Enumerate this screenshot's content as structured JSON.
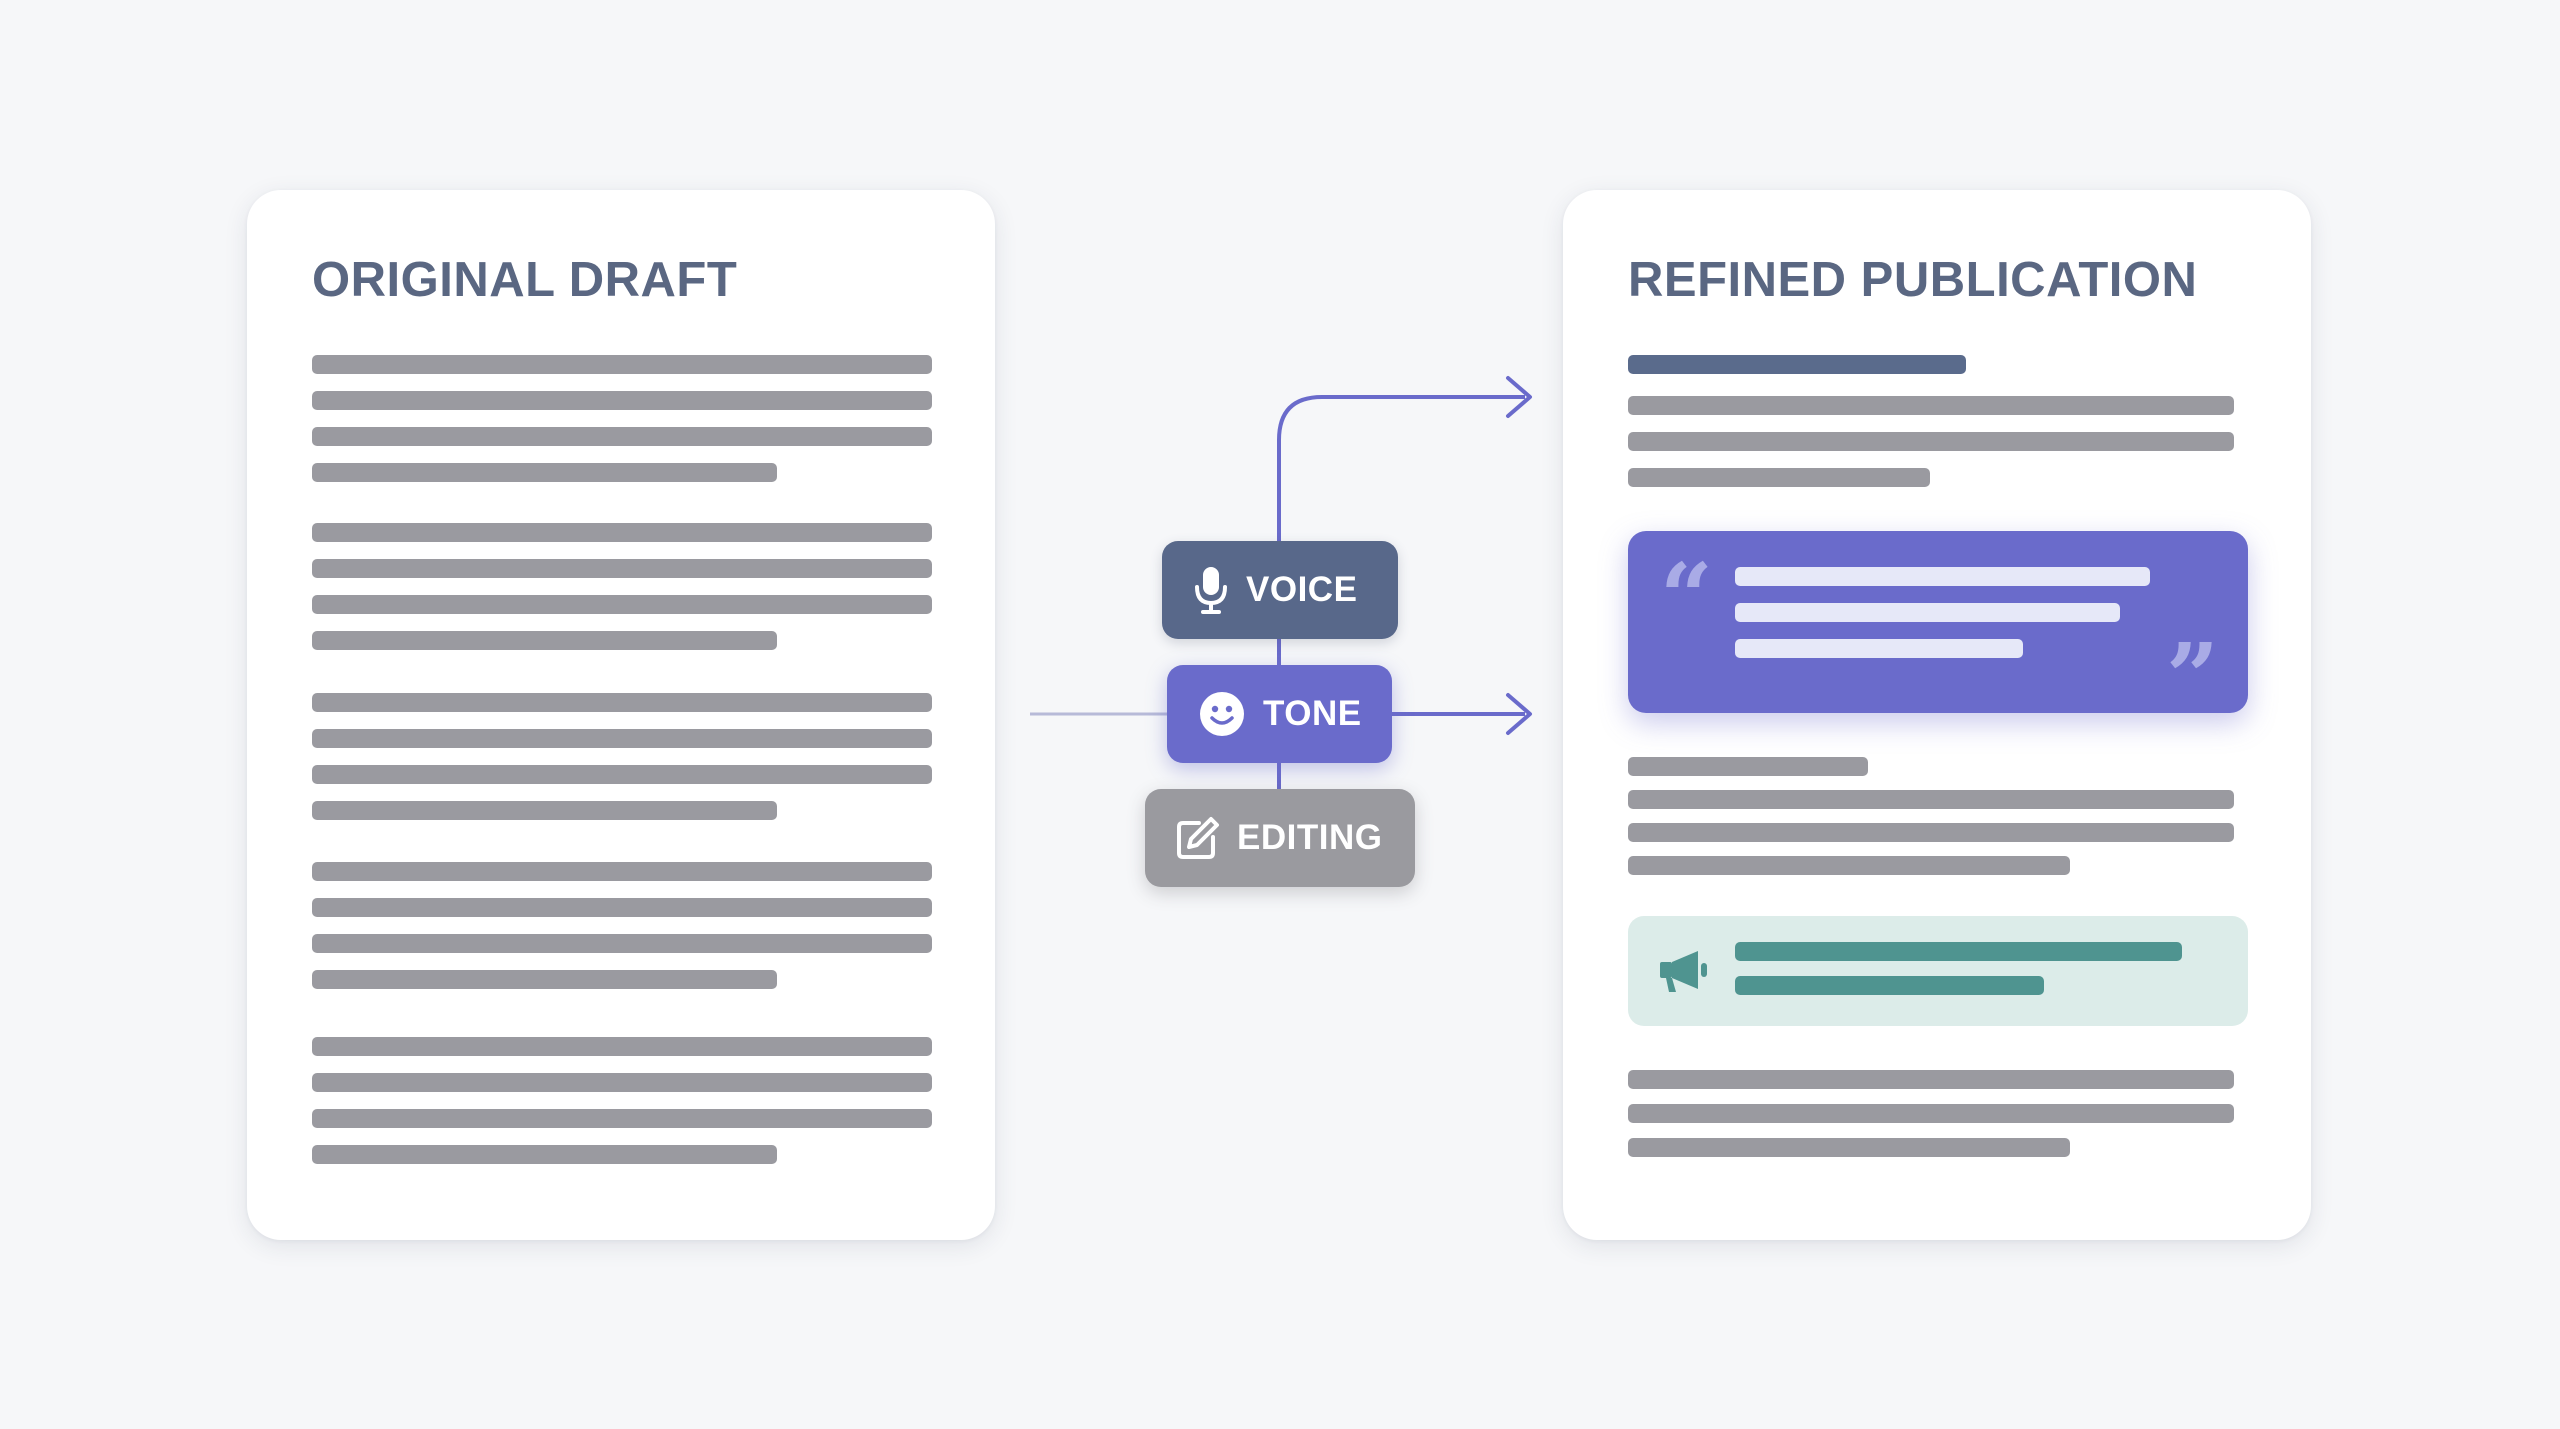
{
  "original_draft": {
    "title": "ORIGINAL DRAFT"
  },
  "refined_publication": {
    "title": "REFINED PUBLICATION"
  },
  "process_steps": [
    {
      "label": "VOICE",
      "icon": "microphone-icon"
    },
    {
      "label": "TONE",
      "icon": "smiley-face-icon"
    },
    {
      "label": "EDITING",
      "icon": "edit-pencil-icon"
    }
  ],
  "colors": {
    "background": "#f6f7f9",
    "title_text": "#5a6782",
    "text_placeholder": "#9a9aa0",
    "heading_placeholder": "#5a6b8c",
    "voice": "#58688a",
    "tone": "#6a6bcb",
    "editing": "#9a9a9f",
    "callout": "#dcece9",
    "callout_accent": "#4f9490"
  }
}
